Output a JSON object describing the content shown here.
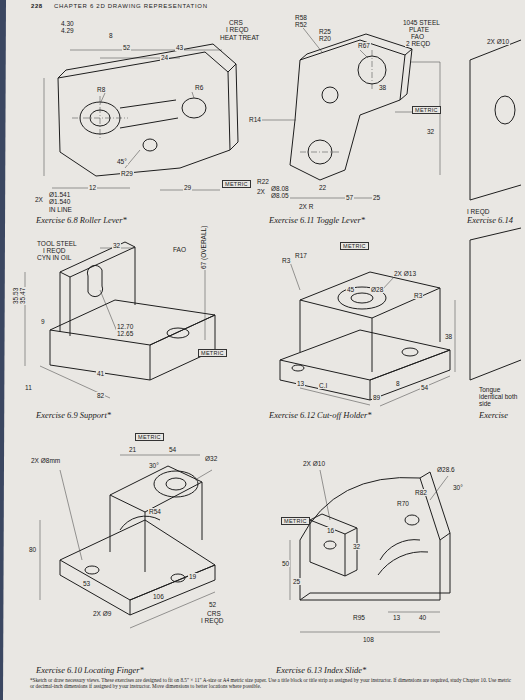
{
  "diagram": {
    "title": "CHAPTER 6  2D DRAWING REPRESENTATION",
    "caption": "*Sketch or draw necessary views. These exercises are designed to fit on 8.5\" × 11\" A-size or A4 metric size paper. Use a title block or title strip as assigned by your instructor. If dimensions are required, study Chapter 10. Use metric or decimal-inch dimensions if assigned by your instructor. Move dimensions to better locations where possible.",
    "labels": [
      "228",
      "4.30",
      "4.29",
      "8",
      "CRS",
      "I REQD",
      "HEAT TREAT",
      "52",
      "43",
      "24",
      "R8",
      "R6",
      "45°",
      "R29",
      "12",
      "29",
      "METRIC",
      "2X",
      "Ø1.541",
      "Ø1.540",
      "IN LINE",
      "Exercise 6.8 Roller Lever*",
      "R58",
      "R52",
      "R25",
      "R20",
      "R67",
      "1045 STEEL",
      "PLATE",
      "FAO",
      "2 REQD",
      "R14",
      "38",
      "METRIC",
      "32",
      "R22",
      "2X",
      "Ø8.08",
      "Ø8.05",
      "2X R",
      "22",
      "57",
      "25",
      "Exercise 6.11 Toggle Lever*",
      "2X Ø10",
      "I REQD",
      "Exercise 6.14",
      "TOOL STEEL",
      "I REQD",
      "CYN IN OIL",
      "32",
      "FAO",
      "67 (OVERALL)",
      "35.53",
      "35.47",
      "9",
      "12.70",
      "12.65",
      "METRIC",
      "41",
      "11",
      "82",
      "Exercise 6.9 Support*",
      "METRIC",
      "R3",
      "R17",
      "2X Ø13",
      "45",
      "Ø28",
      "R3",
      "38",
      "C.I",
      "13",
      "89",
      "8",
      "54",
      "Exercise 6.12 Cut-off Holder*",
      "Tongue identical both side",
      "Exercise",
      "METRIC",
      "2X Ø8mm",
      "21",
      "54",
      "30°",
      "Ø32",
      "R54",
      "80",
      "53",
      "106",
      "19",
      "52",
      "2X Ø9",
      "CRS",
      "I REQD",
      "Exercise 6.10 Locating Finger*",
      "2X Ø10",
      "Ø28.6",
      "30°",
      "R82",
      "R70",
      "METRIC",
      "16",
      "32",
      "50",
      "25",
      "R95",
      "13",
      "40",
      "108",
      "Exercise 6.13 Index Slide*"
    ]
  }
}
